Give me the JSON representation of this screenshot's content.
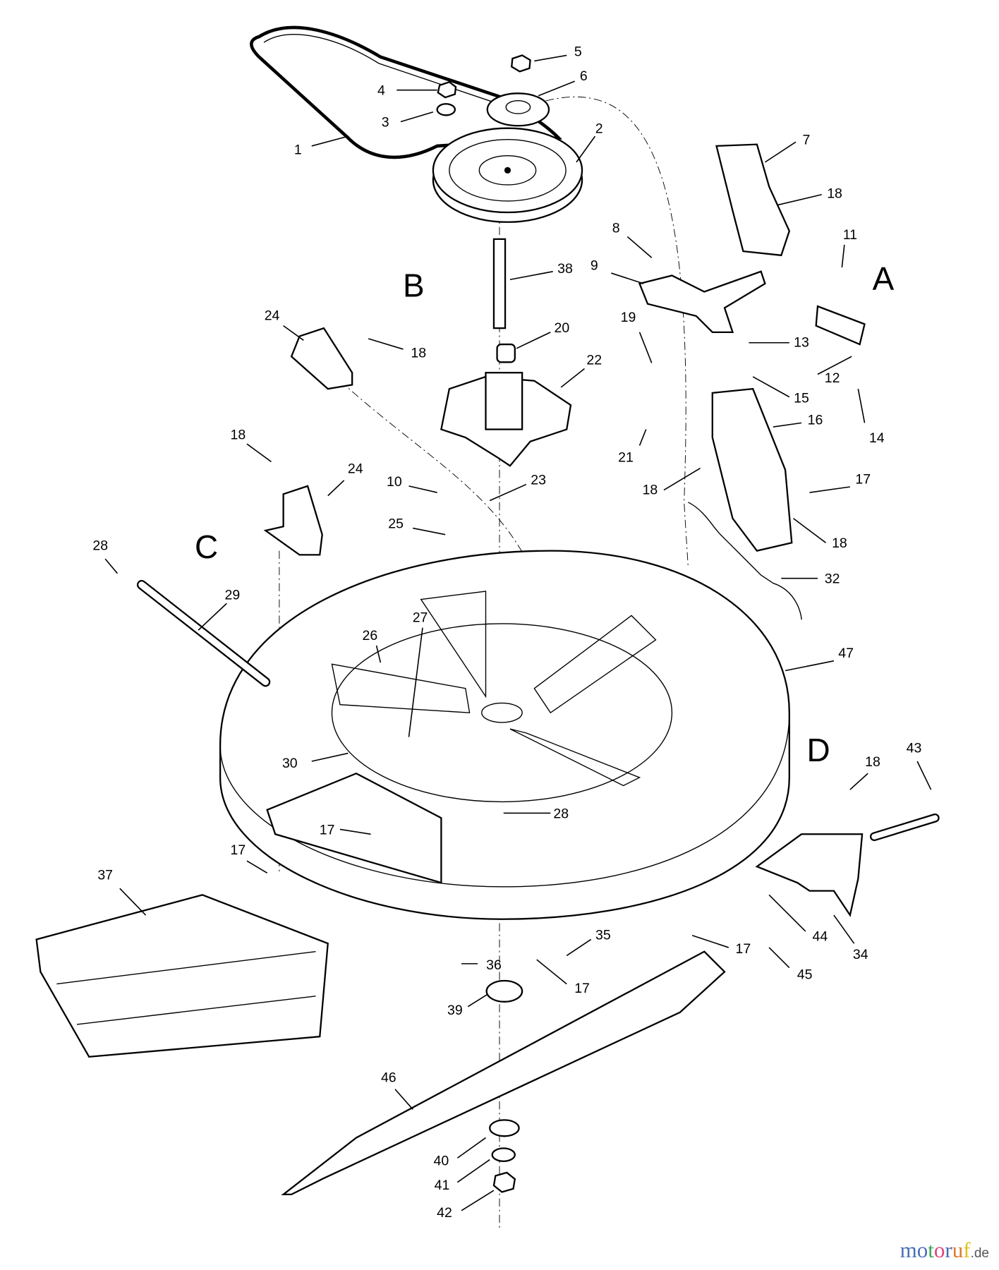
{
  "diagram": {
    "callouts": [
      "1",
      "2",
      "3",
      "4",
      "5",
      "6",
      "7",
      "18",
      "8",
      "9",
      "11",
      "A",
      "B",
      "24",
      "18",
      "38",
      "20",
      "22",
      "19",
      "13",
      "12",
      "15",
      "14",
      "16",
      "21",
      "18",
      "24",
      "18",
      "10",
      "23",
      "17",
      "C",
      "25",
      "18",
      "28",
      "29",
      "32",
      "26",
      "27",
      "47",
      "30",
      "D",
      "18",
      "43",
      "28",
      "17",
      "17",
      "37",
      "35",
      "36",
      "44",
      "34",
      "17",
      "17",
      "45",
      "39",
      "46",
      "40",
      "41",
      "42"
    ],
    "colors": {
      "line": "#000000",
      "background": "#ffffff"
    }
  },
  "watermark": {
    "text": "motoruf",
    "suffix": ".de",
    "colors": [
      "#4a6fb5",
      "#4a6fb5",
      "#3aa655",
      "#e0457b",
      "#4a6fb5",
      "#e07a2a",
      "#e0c21a"
    ]
  }
}
